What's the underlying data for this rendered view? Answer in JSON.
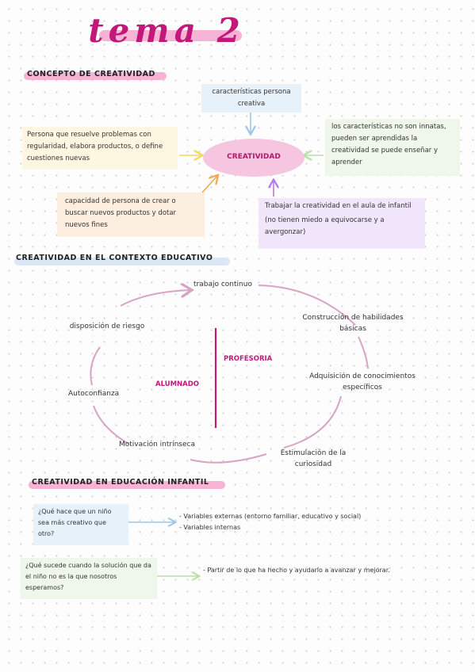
{
  "title": "tema 2",
  "section1": {
    "heading": "CONCEPTO DE CREATIVIDAD",
    "center": "CREATIVIDAD",
    "top_box": "características persona creativa",
    "left_box": "Persona que resuelve problemas con regularidad, elabora productos, o define cuestiones nuevas",
    "right_box": "los características no son innatas, pueden ser aprendidas la creatividad se puede enseñar y aprender",
    "bottom_left_box": "capacidad de persona de crear o buscar nuevos productos y dotar nuevos fines",
    "bottom_right_box_line1": "Trabajar la creatividad en el aula de infantil",
    "bottom_right_box_line2": "(no tienen miedo a equivocarse y a avergonzar)"
  },
  "section2": {
    "heading": "CREATIVIDAD EN EL CONTEXTO EDUCATIVO",
    "alumnado": "ALUMNADO",
    "profesoria": "PROFESORIA",
    "items": {
      "trabajo_continuo": "trabajo continuo",
      "construccion": "Construcción de habilidades básicas",
      "adquisicion": "Adquisición de conocimientos específicos",
      "estimulacion": "Estimulación de la curiosidad",
      "motivacion": "Motivación intrínseca",
      "autoconfianza": "Autoconfianza",
      "disposicion": "disposición de riesgo"
    }
  },
  "section3": {
    "heading": "CREATIVIDAD EN EDUCACIÓN INFANTIL",
    "q1": "¿Qué hace que un niño sea más creativo que otro?",
    "a1_line1": "- Variables externas (entorno familiar, educativo y social)",
    "a1_line2": "- Variables internas",
    "q2": "¿Qué sucede cuando la solución que da el niño no es la que nosotros esperamos?",
    "a2": "- Partir de lo que ha hecho y ayudarlo a avanzar y mejorar."
  },
  "colors": {
    "title": "#c2187a",
    "pink_highlight": "#f6b3d5",
    "blue_box": "#e7f1f9",
    "yellow_box": "#fdf7e1",
    "green_box": "#eef7e9",
    "orange_box": "#fcefe0",
    "purple_box": "#f1e6fb",
    "circle": "#d8a3c6",
    "magenta": "#c2187a"
  }
}
